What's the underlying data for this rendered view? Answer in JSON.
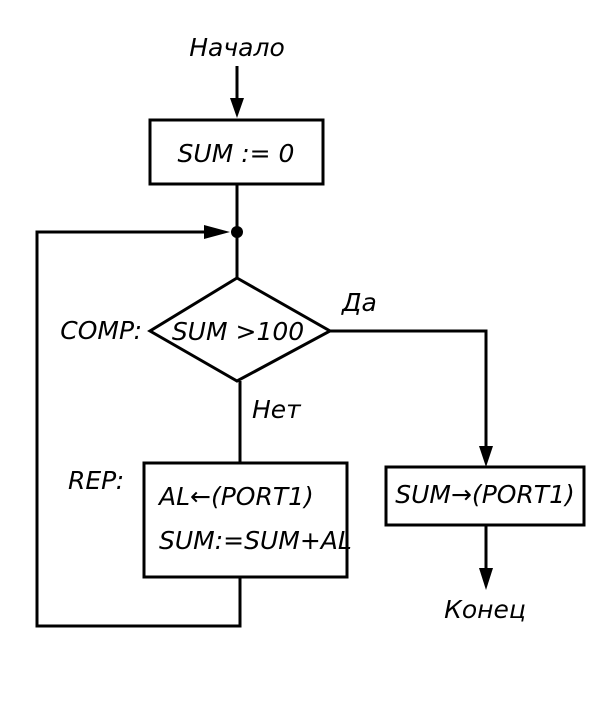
{
  "start_label": "Начало",
  "init_block": "SUM := 0",
  "decision": {
    "tag": "COMP:",
    "condition": "SUM >100",
    "yes_label": "Да",
    "no_label": "Нет"
  },
  "loop_block": {
    "tag": "REP:",
    "line1": "AL←(PORT1)",
    "line2": "SUM:=SUM+AL"
  },
  "output_block": "SUM→(PORT1)",
  "end_label": "Конец",
  "colors": {
    "stroke": "#000000",
    "background": "#ffffff"
  }
}
